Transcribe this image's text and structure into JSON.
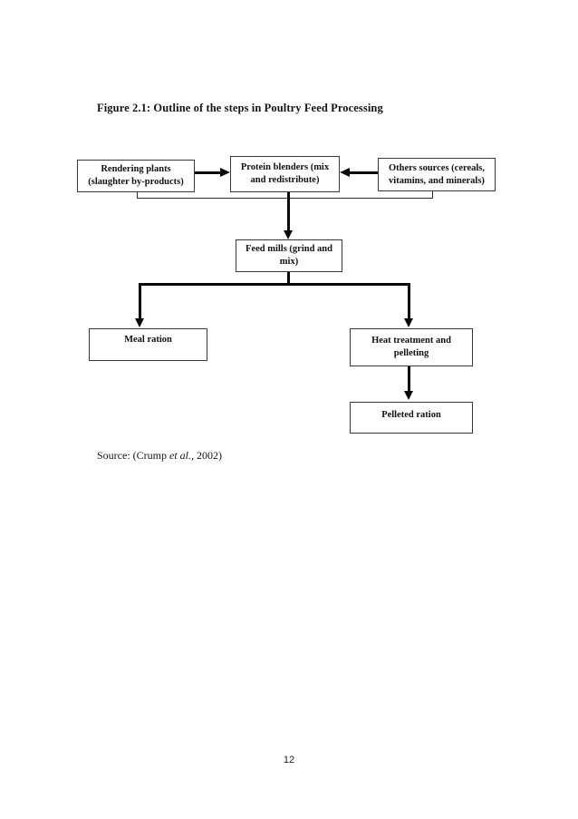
{
  "page": {
    "figure_caption": "Figure 2.1: Outline of the steps in Poultry Feed Processing",
    "source": {
      "prefix": "Source: (Crump ",
      "italic": "et al.,",
      "suffix": " 2002)"
    },
    "page_number": "12"
  },
  "flowchart": {
    "nodes": {
      "rendering_plants": {
        "line1": "Rendering plants",
        "line2": "(slaughter by-products)"
      },
      "protein_blenders": {
        "line1": "Protein blenders (mix",
        "line2": "and redistribute)"
      },
      "other_sources": {
        "line1": "Others sources (cereals,",
        "line2": "vitamins, and minerals)"
      },
      "feed_mills": {
        "line1": "Feed mills (grind and",
        "line2": "mix)"
      },
      "meal_ration": {
        "line1": "Meal ration"
      },
      "heat_treatment": {
        "line1": "Heat treatment and",
        "line2": "pelleting"
      },
      "pelleted_ration": {
        "line1": "Pelleted ration"
      }
    },
    "edges": [
      {
        "from": "rendering_plants",
        "to": "protein_blenders",
        "style": "arrow"
      },
      {
        "from": "other_sources",
        "to": "protein_blenders",
        "style": "arrow"
      },
      {
        "from": "rendering_plants",
        "to": "other_sources",
        "style": "plain-connector"
      },
      {
        "from": "protein_blenders",
        "to": "feed_mills",
        "style": "arrow"
      },
      {
        "from": "feed_mills",
        "to": "meal_ration",
        "style": "arrow"
      },
      {
        "from": "feed_mills",
        "to": "heat_treatment",
        "style": "arrow"
      },
      {
        "from": "heat_treatment",
        "to": "pelleted_ration",
        "style": "arrow"
      }
    ],
    "colors": {
      "background": "#ffffff",
      "box_border": "#383838",
      "arrow": "#0a0a0a",
      "text": "#111111"
    }
  }
}
